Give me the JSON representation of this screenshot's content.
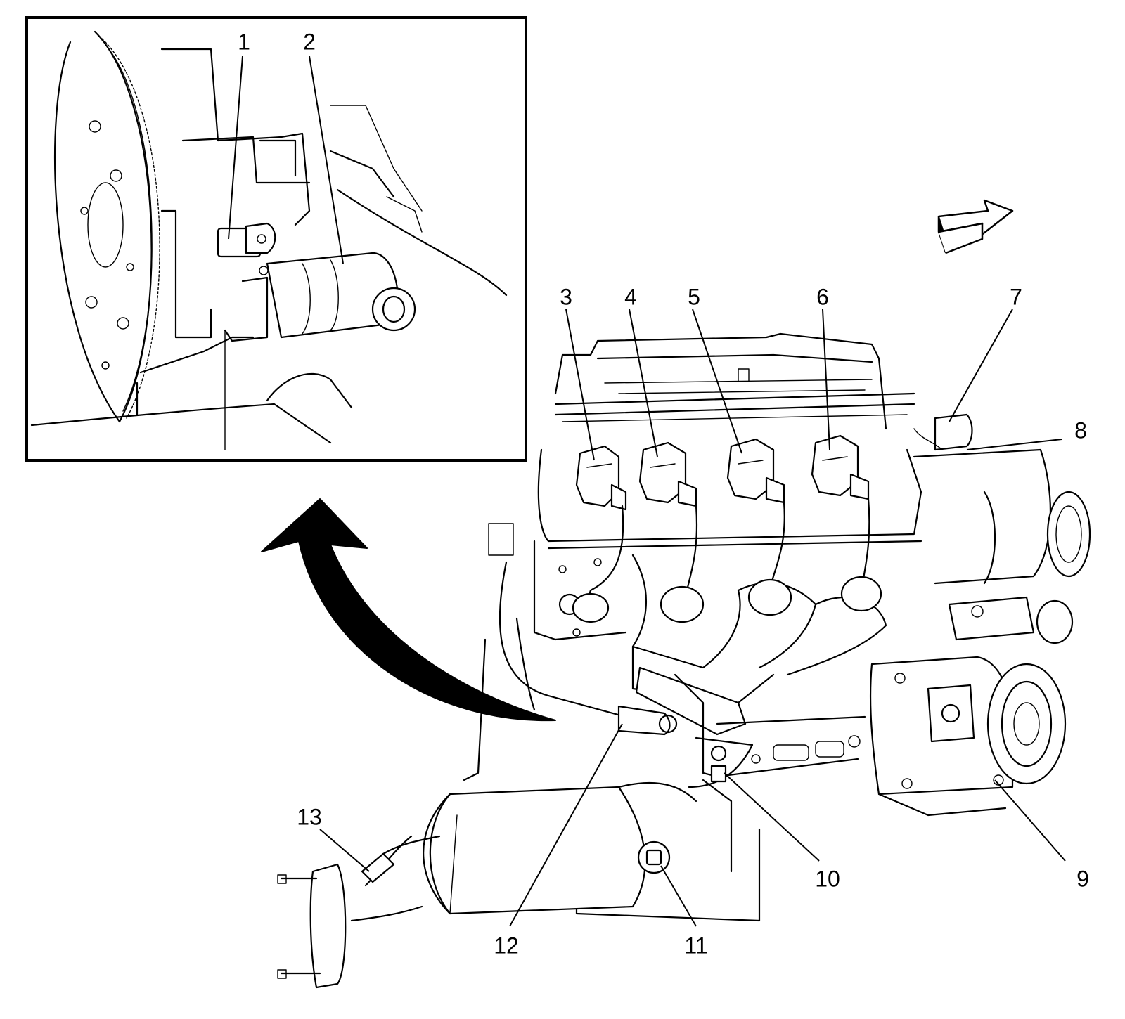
{
  "callouts": [
    {
      "id": "1",
      "label": "1"
    },
    {
      "id": "2",
      "label": "2"
    },
    {
      "id": "3",
      "label": "3"
    },
    {
      "id": "4",
      "label": "4"
    },
    {
      "id": "5",
      "label": "5"
    },
    {
      "id": "6",
      "label": "6"
    },
    {
      "id": "7",
      "label": "7"
    },
    {
      "id": "8",
      "label": "8"
    },
    {
      "id": "9",
      "label": "9"
    },
    {
      "id": "10",
      "label": "10"
    },
    {
      "id": "11",
      "label": "11"
    },
    {
      "id": "12",
      "label": "12"
    },
    {
      "id": "13",
      "label": "13"
    }
  ],
  "icons": {
    "direction_arrow": "front-direction-arrow-icon",
    "curved_arrow": "view-reference-arrow-icon"
  },
  "colors": {
    "line": "#000000",
    "background": "#ffffff"
  }
}
